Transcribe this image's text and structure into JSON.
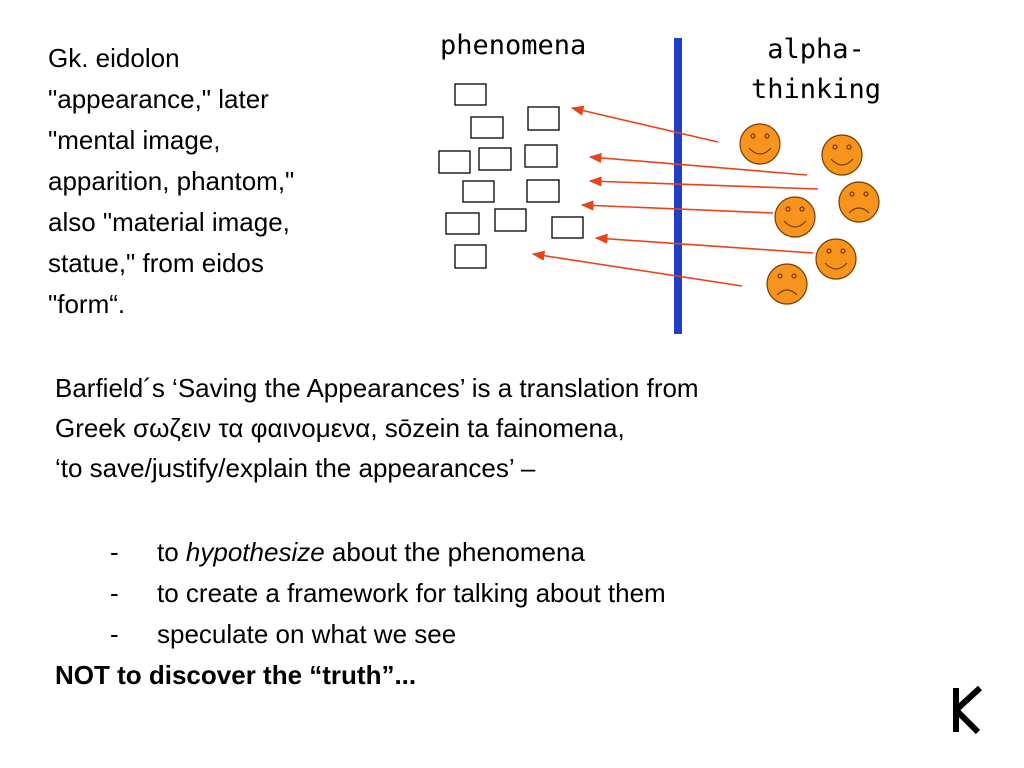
{
  "etymology": {
    "lines": [
      "Gk. eidolon",
      "\"appearance,\" later",
      "\"mental image,",
      "apparition, phantom,\"",
      "also \"material image,",
      "statue,\" from eidos",
      "\"form“."
    ]
  },
  "diagram": {
    "phenomena_label": "phenomena",
    "alpha_label_line1": "alpha-",
    "alpha_label_line2": "thinking",
    "colors": {
      "divider": "#1f3fc4",
      "arrow": "#e8431a",
      "face_fill": "#f7941d",
      "face_stroke": "#7a3b00",
      "box_stroke": "#000000"
    },
    "faces": [
      {
        "mood": "happy"
      },
      {
        "mood": "happy"
      },
      {
        "mood": "sad"
      },
      {
        "mood": "happy"
      },
      {
        "mood": "happy"
      },
      {
        "mood": "sad"
      }
    ]
  },
  "body": {
    "lines": [
      "Barfield´s ‘Saving the Appearances’  is a translation from",
      "Greek σωζειν τα φαινομενα, sōzein ta fainomena,",
      "‘to save/justify/explain the appearances’ –"
    ]
  },
  "bullets": {
    "dash": "-",
    "item1_prefix": "to ",
    "item1_emphasis": "hypothesize",
    "item1_suffix": " about the phenomena",
    "item2": "to create a framework for talking about them",
    "item3": "speculate on what we see"
  },
  "conclusion": "NOT to discover the “truth”...",
  "logo_icon": "stylized-k-logo-icon"
}
